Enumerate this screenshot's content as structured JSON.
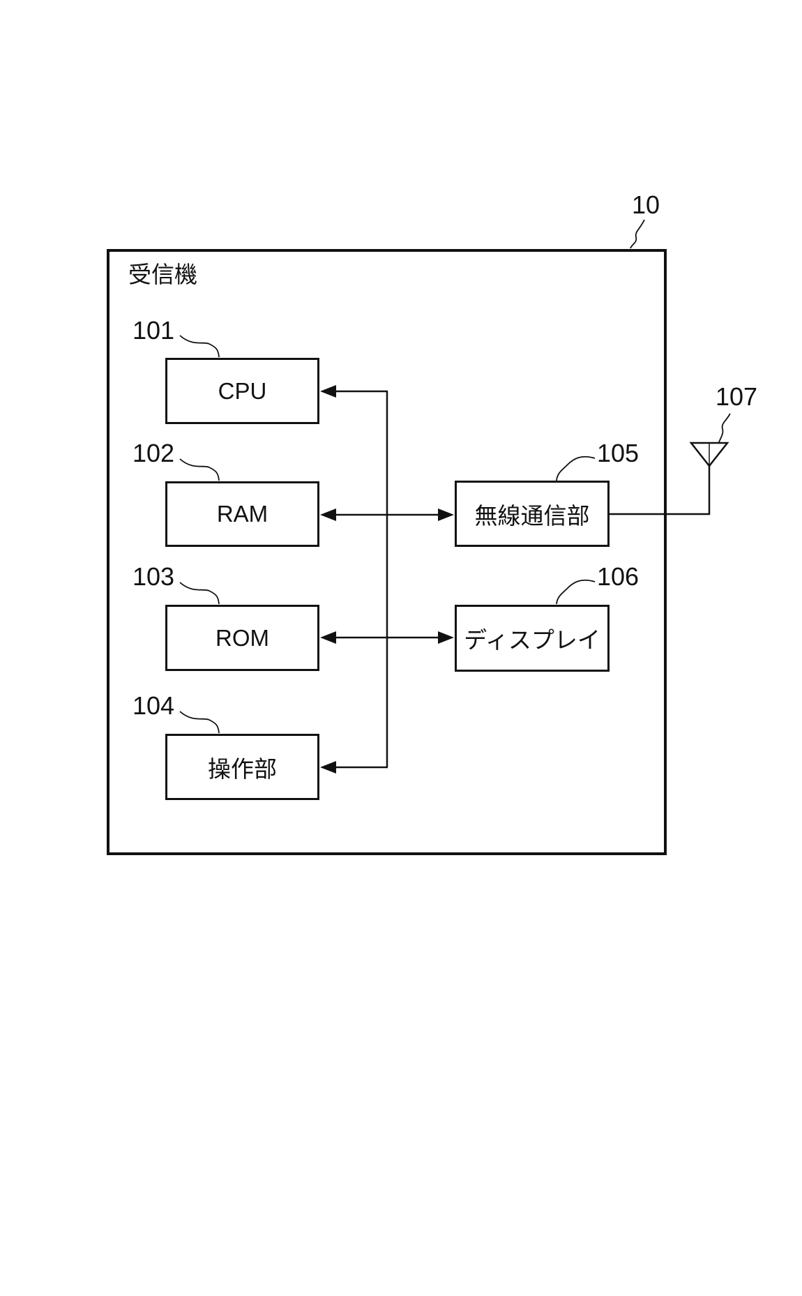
{
  "figure": {
    "receiver": {
      "label": "受信機",
      "ref": "10"
    },
    "blocks": {
      "cpu": {
        "label": "CPU",
        "ref": "101"
      },
      "ram": {
        "label": "RAM",
        "ref": "102"
      },
      "rom": {
        "label": "ROM",
        "ref": "103"
      },
      "control": {
        "label": "操作部",
        "ref": "104"
      },
      "wireless": {
        "label": "無線通信部",
        "ref": "105"
      },
      "display": {
        "label": "ディスプレイ",
        "ref": "106"
      }
    },
    "antenna": {
      "ref": "107"
    },
    "connections": [
      {
        "from": "bus",
        "to": "cpu",
        "type": "arrow"
      },
      {
        "from": "ram",
        "to": "wireless",
        "type": "bidirectional-arrow"
      },
      {
        "from": "rom",
        "to": "display",
        "type": "bidirectional-arrow"
      },
      {
        "from": "bus",
        "to": "control",
        "type": "arrow"
      },
      {
        "from": "wireless",
        "to": "antenna",
        "type": "line"
      }
    ],
    "colors": {
      "ink": "#111111",
      "background": "#ffffff"
    }
  }
}
